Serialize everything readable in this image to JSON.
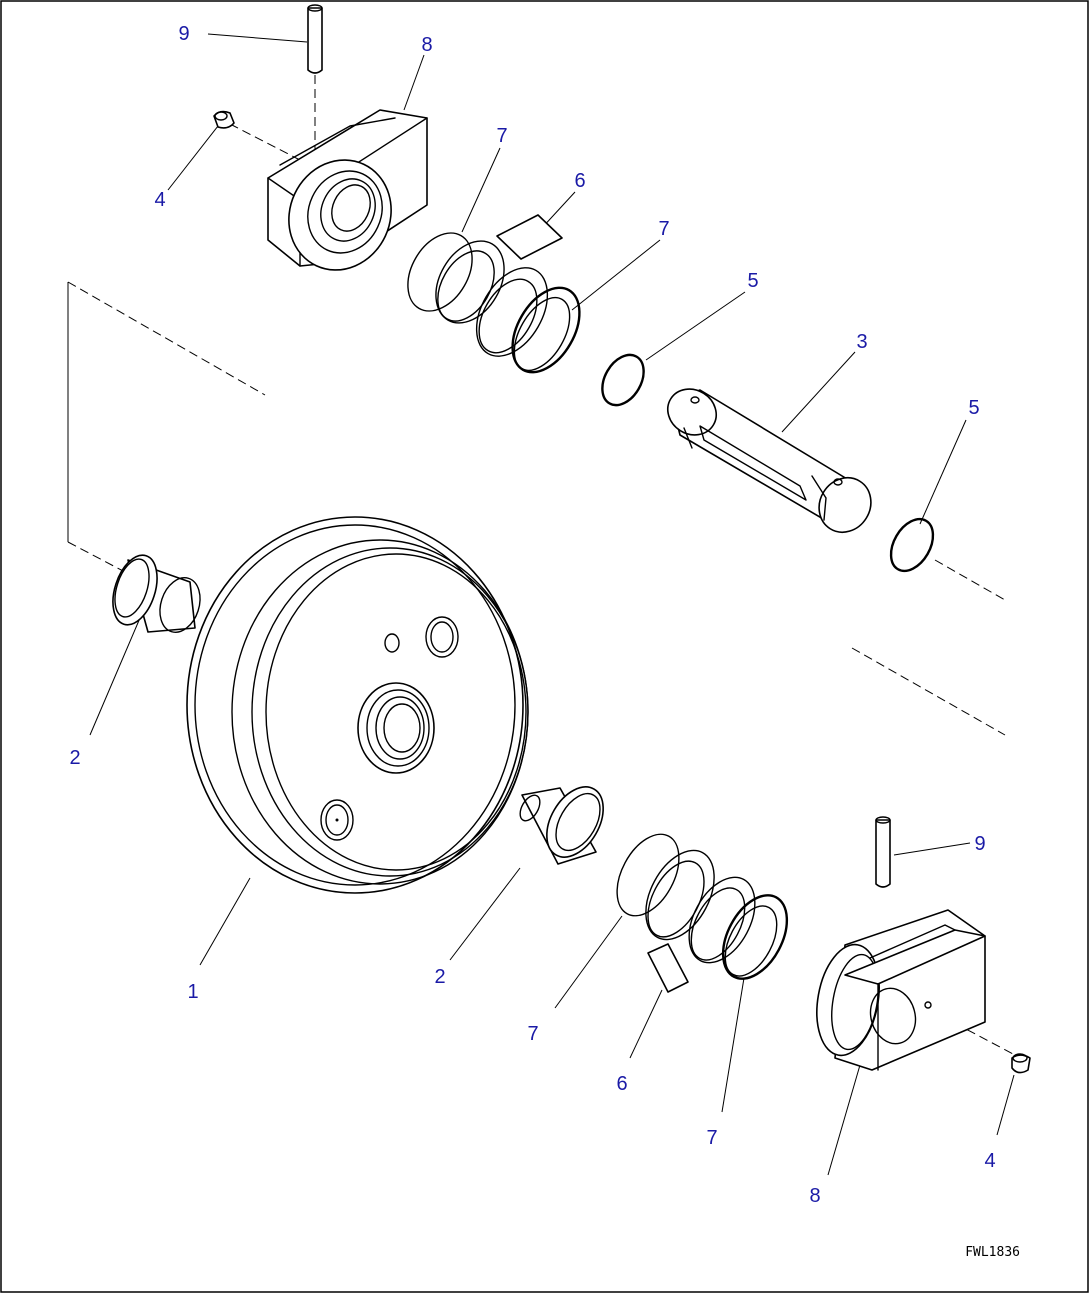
{
  "callouts": {
    "c9a": "9",
    "c8a": "8",
    "c4a": "4",
    "c7a": "7",
    "c6a": "6",
    "c7b": "7",
    "c5a": "5",
    "c3": "3",
    "c5b": "5",
    "c2a": "2",
    "c1": "1",
    "c2b": "2",
    "c7c": "7",
    "c6b": "6",
    "c7d": "7",
    "c9b": "9",
    "c8b": "8",
    "c4b": "4"
  },
  "drawing_code": "FWL1836",
  "colors": {
    "callout_text": "#1a1aa6",
    "line_art": "#000000",
    "background": "#ffffff"
  }
}
